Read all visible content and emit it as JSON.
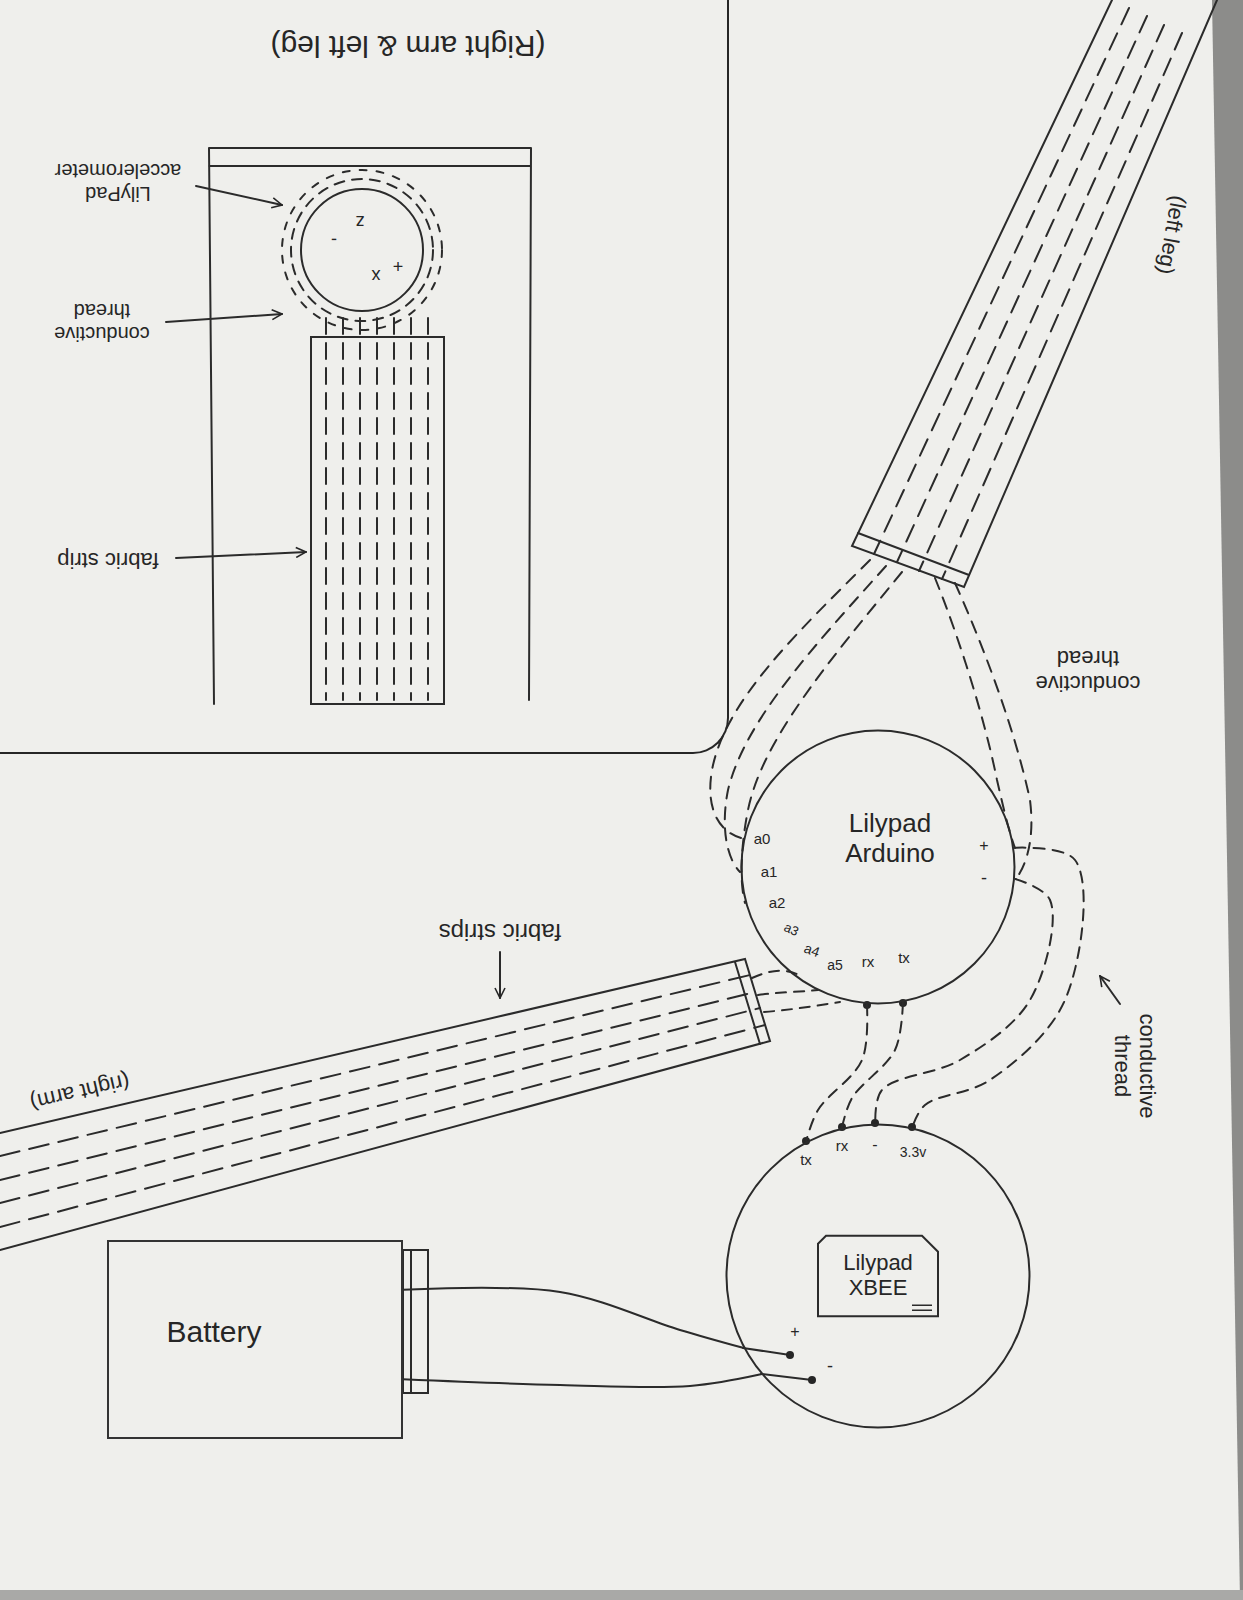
{
  "diagram": {
    "nodes": [
      {
        "text": [
          "(Right arm & left leg)"
        ]
      },
      {
        "text": [
          "Lilypad Arduino"
        ]
      },
      {
        "text": [
          "Lilypad XBEE"
        ]
      },
      {
        "text": [
          "Battery"
        ]
      }
    ],
    "edges": [
      {
        "from": 1,
        "to": 2,
        "arrow": "none"
      },
      {
        "from": 1,
        "to": 2,
        "arrow": "none"
      },
      {
        "from": 1,
        "to": 2,
        "arrow": "none"
      },
      {
        "from": 1,
        "to": 2,
        "arrow": "none"
      },
      {
        "from": 3,
        "to": 2,
        "arrow": "none"
      },
      {
        "from": 3,
        "to": 2,
        "arrow": "none"
      }
    ],
    "labels": [
      "LilyPad accelerometer",
      "conductive thread",
      "fabric strip",
      "-",
      "z",
      "x",
      "+",
      "(left leg)",
      "conductive thread",
      "a0",
      "a1",
      "a2",
      "a3",
      "a4",
      "a5",
      "rx",
      "tx",
      "+",
      "-",
      "fabric strips",
      "(right arm)",
      "conductive thread",
      "tx",
      "rx",
      "-",
      "3.3v",
      "+",
      "-"
    ]
  }
}
